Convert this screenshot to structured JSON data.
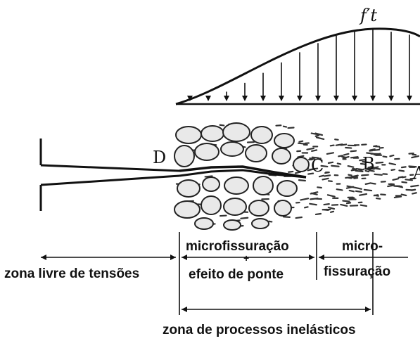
{
  "figure": {
    "stress_label": "f′t",
    "point_labels": {
      "D": "D",
      "C": "C",
      "B": "B",
      "A": "A"
    },
    "zones": {
      "free_zone": "zona livre de tensões",
      "bridging_top": "microfissuração",
      "plus": "+",
      "bridging_bottom": "efeito de ponte",
      "micro_top": "micro-",
      "micro_bottom": "fissuração",
      "inelastic": "zona de processos inelásticos"
    }
  }
}
